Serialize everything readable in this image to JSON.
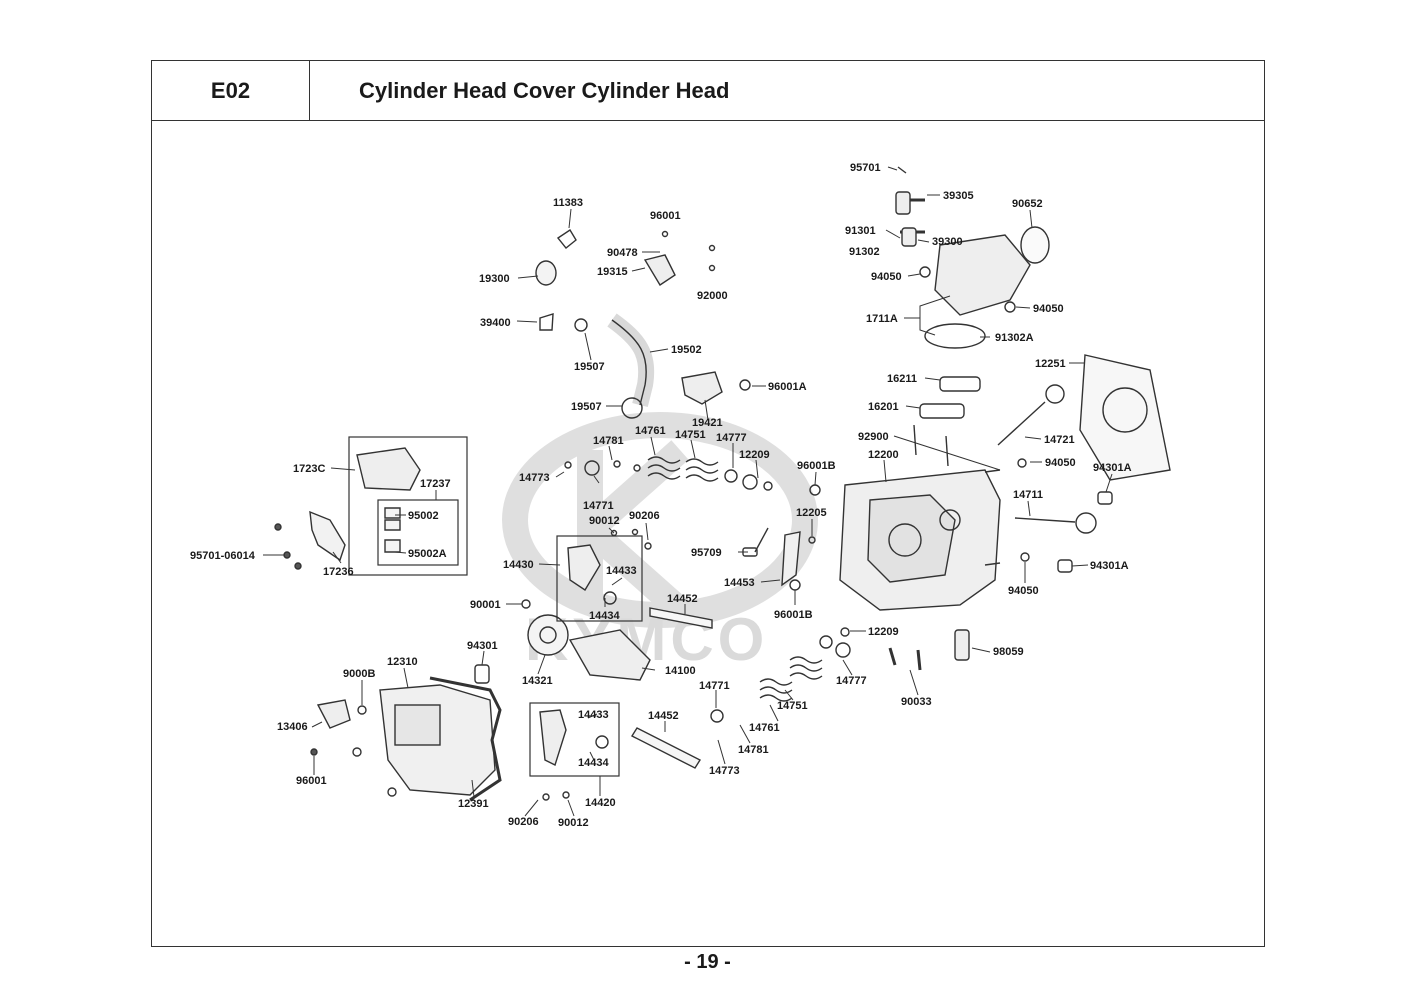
{
  "header": {
    "section_code": "E02",
    "title": "Cylinder Head Cover  Cylinder Head"
  },
  "watermark": "KYMCO",
  "page_number": "- 19 -",
  "part_labels": [
    "95701",
    "39305",
    "11383",
    "96001",
    "90652",
    "90478",
    "19315",
    "91301",
    "91302",
    "39300",
    "19300",
    "92000",
    "94050",
    "94050",
    "39400",
    "1711A",
    "91302A",
    "19502",
    "19507",
    "12251",
    "16211",
    "96001A",
    "16201",
    "19507",
    "19421",
    "14781",
    "14761",
    "14751",
    "14777",
    "92900",
    "14721",
    "12209",
    "12200",
    "94050",
    "1723C",
    "17237",
    "14773",
    "96001B",
    "94301A",
    "14711",
    "95002",
    "14771",
    "90012",
    "90206",
    "12205",
    "95701-06014",
    "95002A",
    "17236",
    "95709",
    "14430",
    "14433",
    "14453",
    "94050",
    "94301A",
    "90001",
    "14452",
    "14434",
    "96001B",
    "12209",
    "94301",
    "98059",
    "9000B",
    "12310",
    "14100",
    "14321",
    "14777",
    "90033",
    "14771",
    "14751",
    "14433",
    "14452",
    "13406",
    "14761",
    "14781",
    "14434",
    "14773",
    "96001",
    "12391",
    "14420",
    "90206",
    "90012"
  ]
}
